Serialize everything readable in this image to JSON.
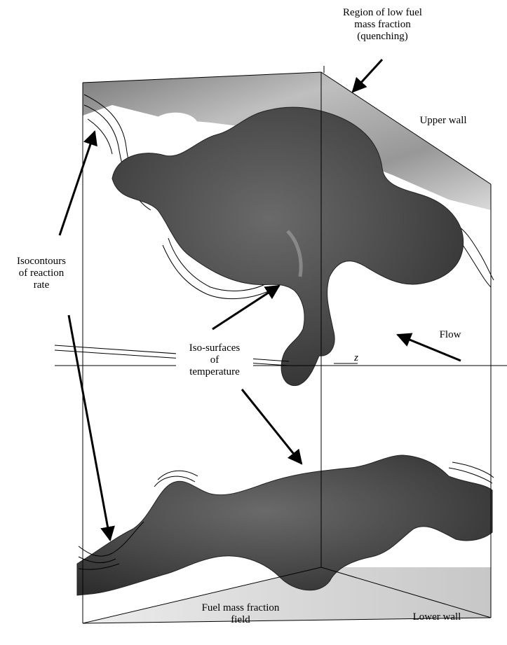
{
  "labels": {
    "region_low_fuel": "Region of low fuel\nmass fraction\n(quenching)",
    "upper_wall": "Upper wall",
    "isocontours": "Isocontours\nof reaction\nrate",
    "iso_surfaces": "Iso-surfaces\nof\ntemperature",
    "flow": "Flow",
    "z_axis": "z",
    "fuel_mass_fraction": "Fuel mass fraction\nfield",
    "lower_wall": "Lower wall"
  },
  "colors": {
    "surface_dark": "#3e3e3e",
    "surface_mid": "#5a5a5a",
    "surface_light": "#8a8a8a",
    "wall_shade": "#cfcfcf",
    "line": "#000000"
  }
}
